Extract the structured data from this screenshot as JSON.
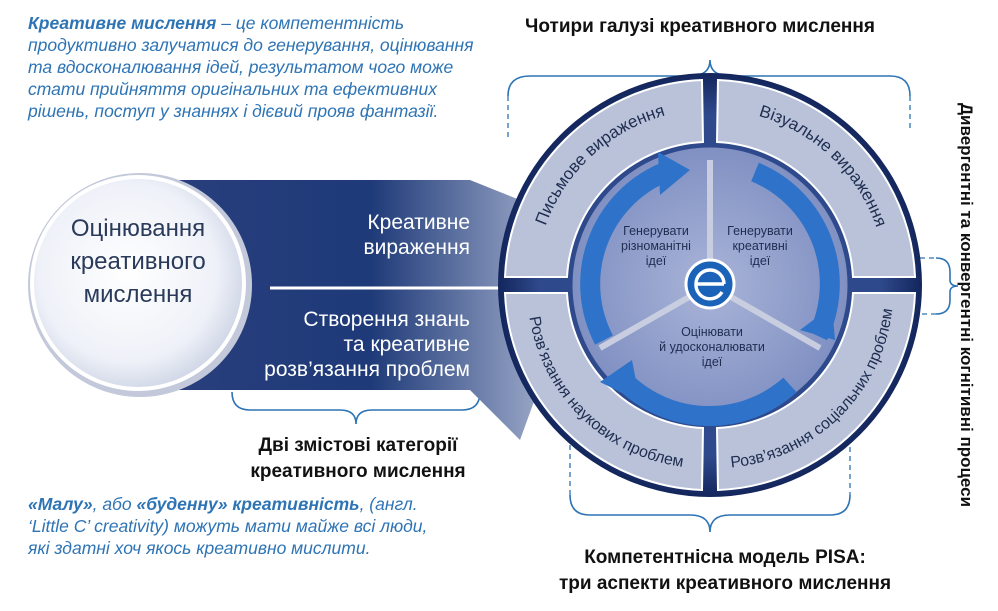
{
  "definition": {
    "term": "Креативне мислення",
    "text": " – це компетентність продуктивно залучатися до генерування, оцінювання та вдосконалювання ідей, результатом чого може стати прийняття оригінальних та ефективних рішень, поступ у знаннях і дієвий прояв фантазії."
  },
  "note": {
    "part1": "«Малу»",
    "part2": ", або ",
    "part3": "«буденну» креативність",
    "part4": ", (англ. ‘Little C’ creativity) можуть мати майже всі люди, які здатні хоч якось креативно мислити."
  },
  "top_title": "Чотири галузі креативного мислення",
  "right_caption": "Дивергентні та конвергентні когнітивні процеси",
  "middle_caption": [
    "Дві змістові категорії",
    "креативного мислення"
  ],
  "bottom_caption": [
    "Компетентнісна модель PISA:",
    "три аспекти креативного мислення"
  ],
  "circle_label": [
    "Оцінювання",
    "креативного",
    "мислення"
  ],
  "band_top": [
    "Креативне",
    "вираження"
  ],
  "band_bottom": [
    "Створення знань",
    "та креативне",
    "розв’язання проблем"
  ],
  "domains": {
    "top_left": "Письмове вираження",
    "top_right": "Візуальне вираження",
    "bottom_left": "Розв’язання наукових проблем",
    "bottom_right": "Розв’язання соціальних проблем"
  },
  "inner_aspects": {
    "left": [
      "Генерувати",
      "різноманітні",
      "ідеї"
    ],
    "right": [
      "Генерувати",
      "креативні",
      "ідеї"
    ],
    "bottom": [
      "Оцінювати",
      "й удосконалювати",
      "ідеї"
    ]
  },
  "center_logo": "e-logo",
  "colors": {
    "accent_text": "#2e74b5",
    "dark_blue": "#1e3a78",
    "ring_segment": "#b9c2d9",
    "inner_disc": "#8c9ac4",
    "bracket": "#2e74b5"
  }
}
